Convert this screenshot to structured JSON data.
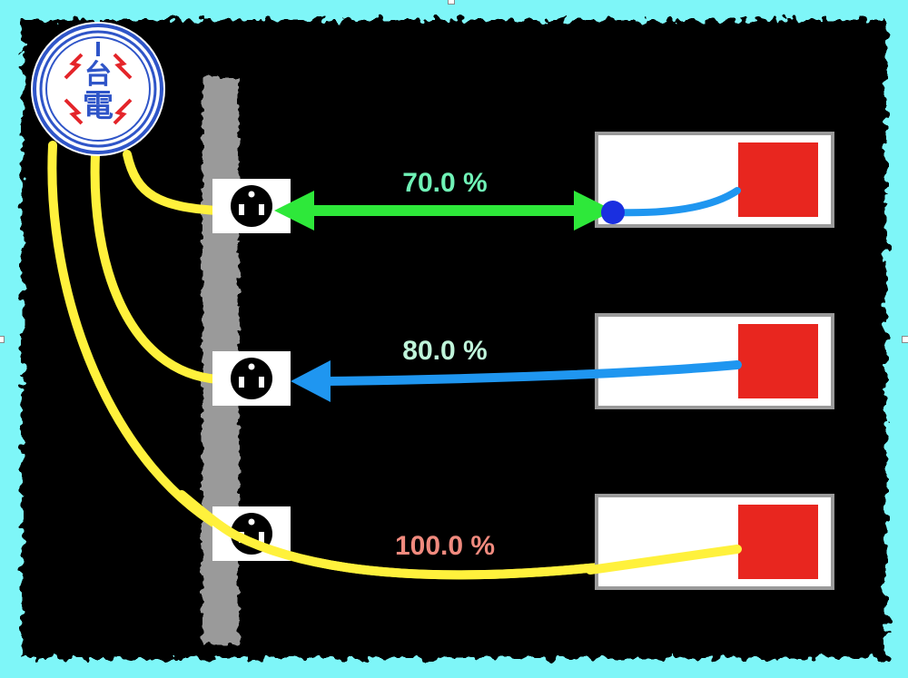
{
  "logo": {
    "glyph_top": "台",
    "glyph_bottom": "電",
    "color": "#2f55c8",
    "bolt_color": "#e4252a"
  },
  "colors": {
    "frame": "#7ef6f8",
    "background": "#000000",
    "wall": "#9a9a9a",
    "power_wire": "#fff13c",
    "device_box_fill": "#ffffff",
    "device_indicator": "#e8261f",
    "link_green": "#2ee83a",
    "link_blue": "#1f96f0",
    "terminal_dot": "#1a2fe0"
  },
  "links": [
    {
      "label": "70.0 %",
      "label_color": "#6ff2b6",
      "style": "bidirectional",
      "color": "#2ee83a"
    },
    {
      "label": "80.0 %",
      "label_color": "#bff5da",
      "style": "to-outlet",
      "color": "#1f96f0"
    },
    {
      "label": "100.0 %",
      "label_color": "#f08a7e",
      "style": "direct-wire",
      "color": "#fff13c"
    }
  ]
}
